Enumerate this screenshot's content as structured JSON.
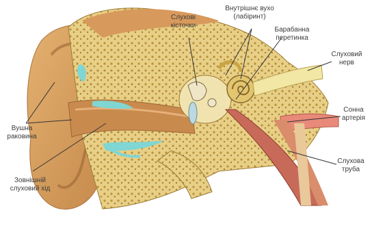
{
  "diagram": {
    "labels": {
      "ossicles": "Слухові\nкісточки",
      "inner_ear": "Внутрішнє вухо\n(лабіринт)",
      "eardrum": "Барабанна\nперетинка",
      "auditory_nerve": "Слуховий\nнерв",
      "auditory_artery": "Сонна\nартерія",
      "auditory_tube": "Слухова\nтруба",
      "outer_ear": "Вушна\nраковина",
      "ear_canal": "Зовнішній\nслуховий хід"
    },
    "colors": {
      "skin": "#d9a464",
      "skin_dark": "#b97a3e",
      "bone": "#e8cf86",
      "bone_spots": "#b8913e",
      "canal": "#c98a4e",
      "cartilage": "#7fd6d2",
      "nerve": "#f2e7a4",
      "artery": "#e8897a",
      "muscle": "#c86a5a",
      "leader": "#333333"
    }
  }
}
